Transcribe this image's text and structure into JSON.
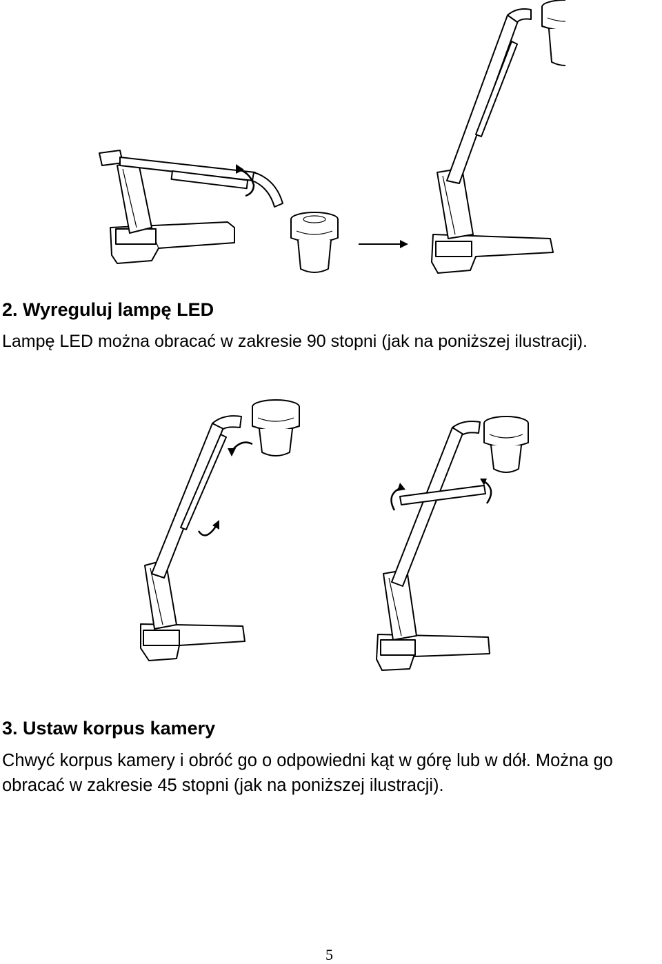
{
  "section2": {
    "heading": "2. Wyreguluj lampę LED",
    "text": "Lampę LED można obracać w zakresie 90 stopni (jak na poniższej ilustracji)."
  },
  "section3": {
    "heading": "3. Ustaw korpus kamery",
    "line1": "Chwyć korpus kamery i obróć go o odpowiedni kąt w górę lub w dół. Można go",
    "line2": "obracać w zakresie 45 stopni (jak na poniższej ilustracji)."
  },
  "page_number": "5"
}
